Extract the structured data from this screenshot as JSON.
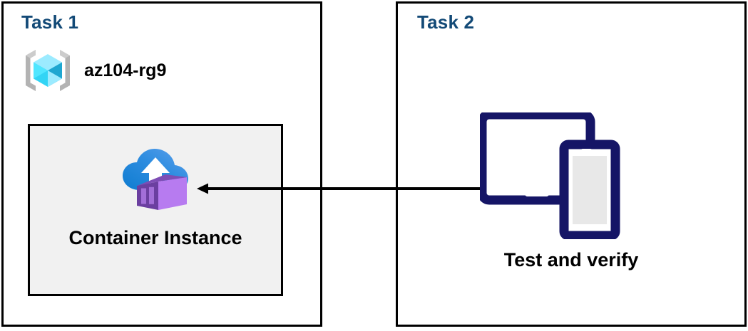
{
  "diagram": {
    "title_color": "#134A77",
    "panels": [
      {
        "id": "task1",
        "title": "Task 1",
        "resource_group": {
          "label": "az104-rg9",
          "icon": "azure-resource-group-icon"
        },
        "card": {
          "label": "Container Instance",
          "icon": "azure-container-instance-icon",
          "background": "#F1F1F1",
          "border_color": "#000000"
        }
      },
      {
        "id": "task2",
        "title": "Task 2",
        "node": {
          "label": "Test and verify",
          "icon": "tablet-and-phone-devices-icon",
          "color": "#151566"
        }
      }
    ],
    "connector": {
      "name": "flow-arrow",
      "direction": "left",
      "from": "Test and verify",
      "to": "Container Instance",
      "color": "#000000"
    }
  }
}
